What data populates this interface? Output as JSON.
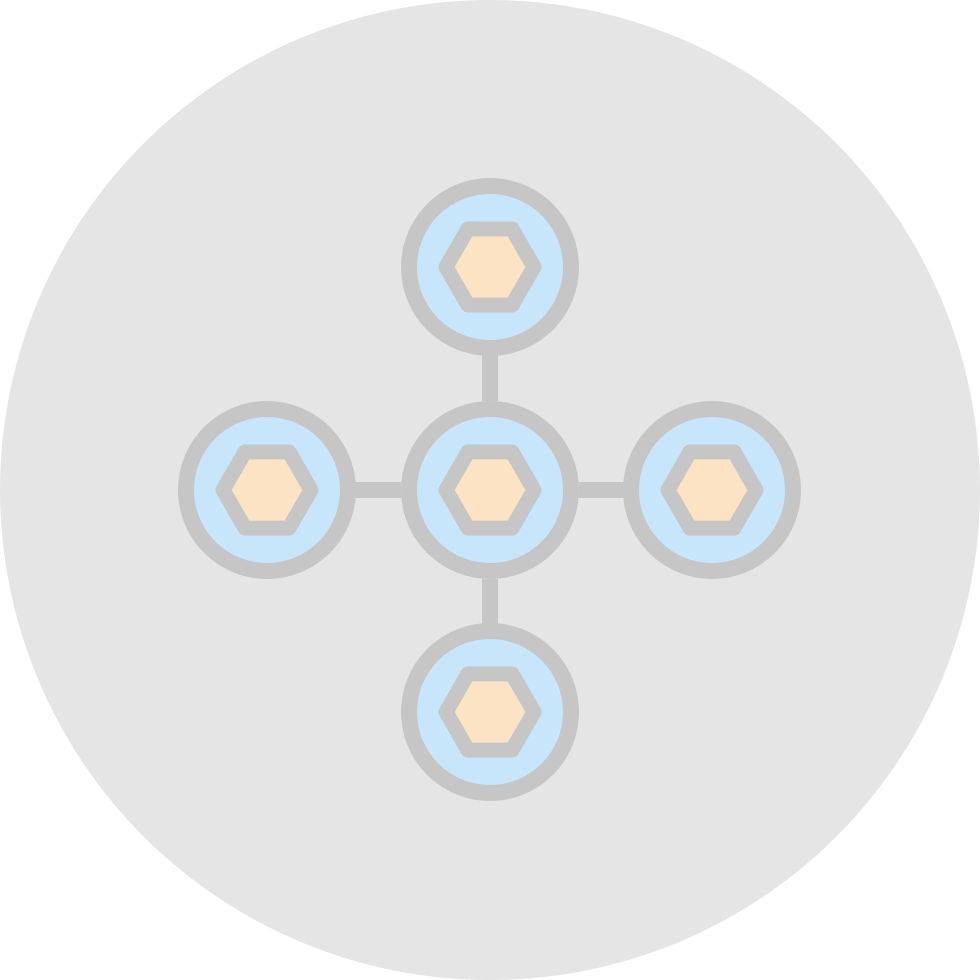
{
  "icon": {
    "name": "network-nodes-icon",
    "colors": {
      "background_circle": "#e5e5e5",
      "stroke": "#c6c6c6",
      "node_fill": "#c8e6fb",
      "hexagon_fill": "#fce3c4"
    },
    "nodes": [
      "top",
      "left",
      "center",
      "right",
      "bottom"
    ]
  }
}
